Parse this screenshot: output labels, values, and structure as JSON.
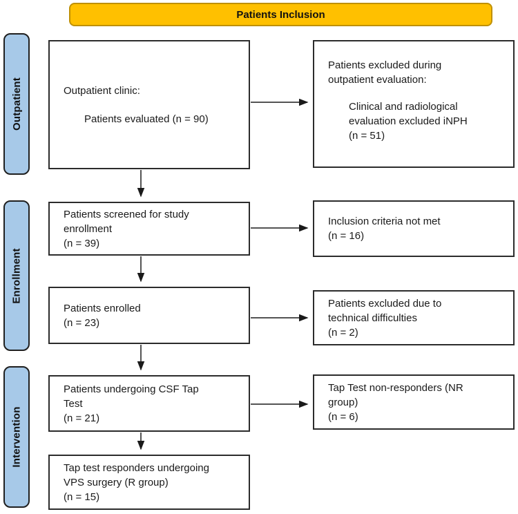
{
  "banner": {
    "label": "Patients Inclusion"
  },
  "colors": {
    "banner_fill": "#FFC000",
    "banner_border": "#BF9000",
    "stage_fill": "#A7C9E8",
    "box_border": "#2B2B2B",
    "arrow": "#1A1A1A",
    "background": "#FFFFFF"
  },
  "stages": [
    {
      "label": "Outpatient"
    },
    {
      "label": "Enrollment"
    },
    {
      "label": "Intervention"
    }
  ],
  "flow": {
    "main_boxes": [
      {
        "name": "outpatient-clinic",
        "lines": [
          "Outpatient clinic:",
          "Patients evaluated (n = 90)"
        ],
        "n": 90
      },
      {
        "name": "screened-for-enrollment",
        "lines": [
          "Patients screened for study",
          "enrollment",
          "(n = 39)"
        ],
        "n": 39
      },
      {
        "name": "enrolled",
        "lines": [
          "Patients enrolled",
          "(n = 23)"
        ],
        "n": 23
      },
      {
        "name": "csf-tap-test",
        "lines": [
          "Patients undergoing CSF Tap",
          "Test",
          "(n = 21)"
        ],
        "n": 21
      },
      {
        "name": "tap-test-responders",
        "lines": [
          "Tap test responders undergoing",
          "VPS surgery (R group)",
          "(n = 15)"
        ],
        "n": 15
      }
    ],
    "side_boxes": [
      {
        "name": "excluded-outpatient-evaluation",
        "lines": [
          "Patients excluded during",
          "outpatient evaluation:",
          "Clinical and radiological",
          "evaluation excluded iNPH",
          "(n = 51)"
        ],
        "n": 51
      },
      {
        "name": "inclusion-criteria-not-met",
        "lines": [
          "Inclusion criteria not met",
          "(n = 16)"
        ],
        "n": 16
      },
      {
        "name": "excluded-technical-difficulties",
        "lines": [
          "Patients excluded due to",
          "technical difficulties",
          "(n = 2)"
        ],
        "n": 2
      },
      {
        "name": "tap-test-non-responders",
        "lines": [
          "Tap Test non-responders (NR",
          "group)",
          "(n = 6)"
        ],
        "n": 6
      }
    ]
  }
}
